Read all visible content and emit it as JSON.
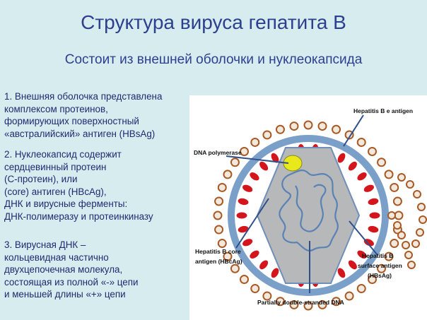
{
  "title": "Структура вируса гепатита В",
  "subtitle": "Состоит из внешней оболочки и нуклеокапсида",
  "paragraphs": [
    {
      "lines": [
        "1. Внешняя оболочка представлена",
        "комплексом протеинов,",
        "формирующих поверхностный",
        "«австралийский» антиген (HBsAg)"
      ]
    },
    {
      "lines": [
        "2. Нуклеокапсид содержит",
        "сердцевинный протеин",
        "(С-протеин), или",
        "(core) антиген (HBcAg),",
        "ДНК и вирусные ферменты:",
        "ДНК-полимеразу и протеинкиназу"
      ]
    },
    {
      "lines": [
        "3. Вирусная ДНК –",
        "кольцевидная частично",
        "двухцепочечная молекула,",
        "состоящая из полной «-» цепи",
        "и меньшей длины «+» цепи"
      ]
    }
  ],
  "diagram": {
    "labels": {
      "dna_polymerase": "DNA polymerase",
      "e_antigen": "Hepatitis B e antigen",
      "core_antigen_1": "Hepatitis B core",
      "core_antigen_2": "antigen (HBcAg)",
      "surface_antigen_1": "Hepatitis B",
      "surface_antigen_2": "surface antigen",
      "surface_antigen_3": "(HBsAg)",
      "dna": "Partially double-stranded DNA"
    },
    "colors": {
      "outer_bead": "#a85a26",
      "red_bead": "#d4161c",
      "envelope": "#7a9fc8",
      "capsid": "#b7b8ba",
      "dna": "#5a82b4",
      "polymerase": "#e8e81a",
      "pointer": "#2e4f8a"
    }
  }
}
